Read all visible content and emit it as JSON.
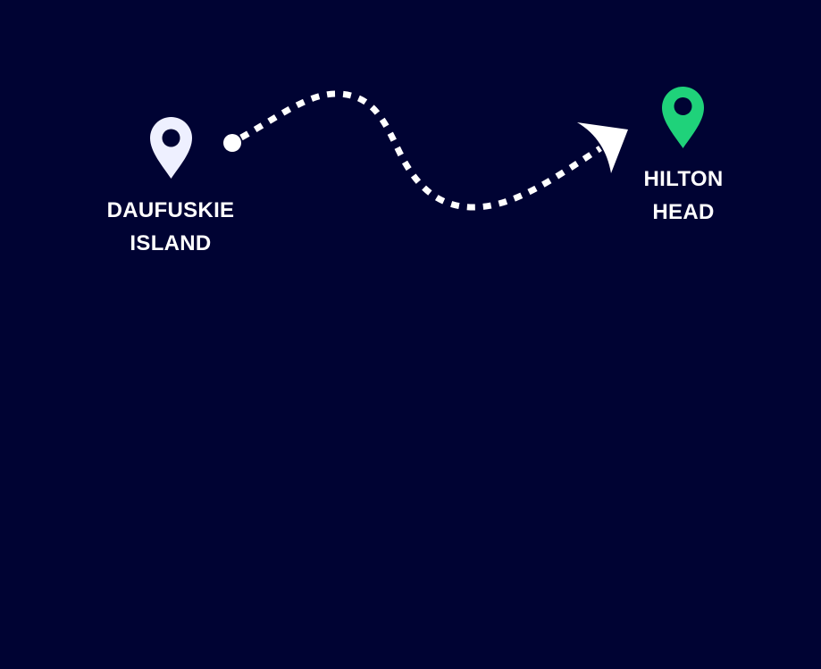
{
  "route": {
    "origin": {
      "name_lines": [
        "DAUFUSKIE",
        "ISLAND"
      ],
      "icon": "map-pin-icon",
      "color": "#eef0ff"
    },
    "destination": {
      "name_lines": [
        "HILTON",
        "HEAD"
      ],
      "icon": "map-pin-icon",
      "color": "#1fd27a"
    },
    "path": {
      "style": "dashed",
      "color": "#ffffff",
      "start_marker": "dot",
      "end_marker": "arrowhead"
    }
  },
  "colors": {
    "background": "#000333",
    "text": "#ffffff"
  }
}
